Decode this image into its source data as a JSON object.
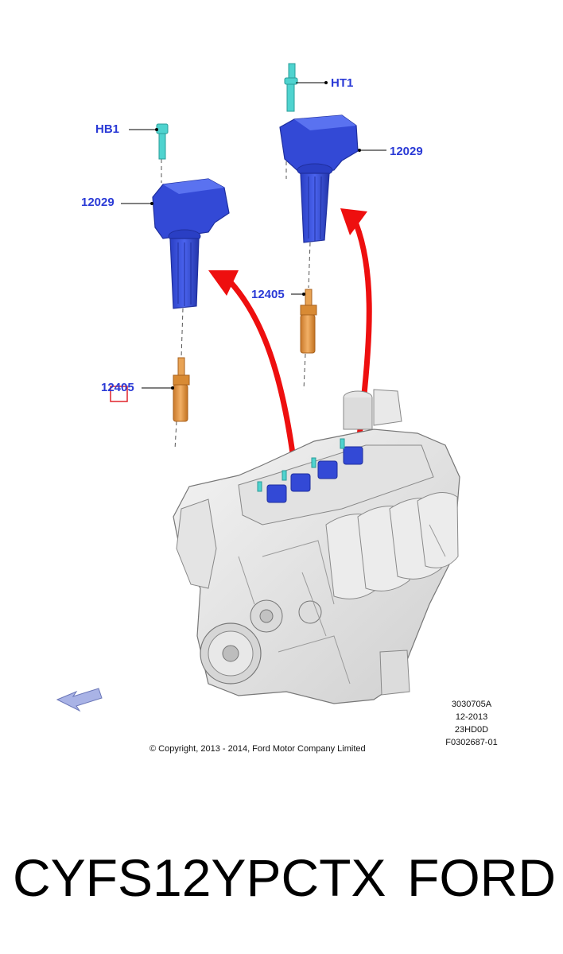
{
  "callouts": {
    "hb1": "HB1",
    "ht1": "HT1",
    "coil_left": "12029",
    "coil_right": "12029",
    "plug_left": "12405",
    "plug_right": "12405"
  },
  "meta": {
    "line1": "3030705A",
    "line2": "12-2013",
    "line3": "23HD0D",
    "line4": "F0302687-01"
  },
  "copyright": "© Copyright, 2013 - 2014, Ford Motor Company Limited",
  "footer": {
    "part_number": "CYFS12YPCTX",
    "brand": "FORD"
  },
  "colors": {
    "coil": "#3349d6",
    "coil_dark": "#1f2f9e",
    "bolt": "#4fd3cf",
    "plug": "#e69a3c",
    "arrow": "#ee0f0f",
    "callout_text": "#2a3ad6",
    "highlight_box": "#e0242b"
  }
}
